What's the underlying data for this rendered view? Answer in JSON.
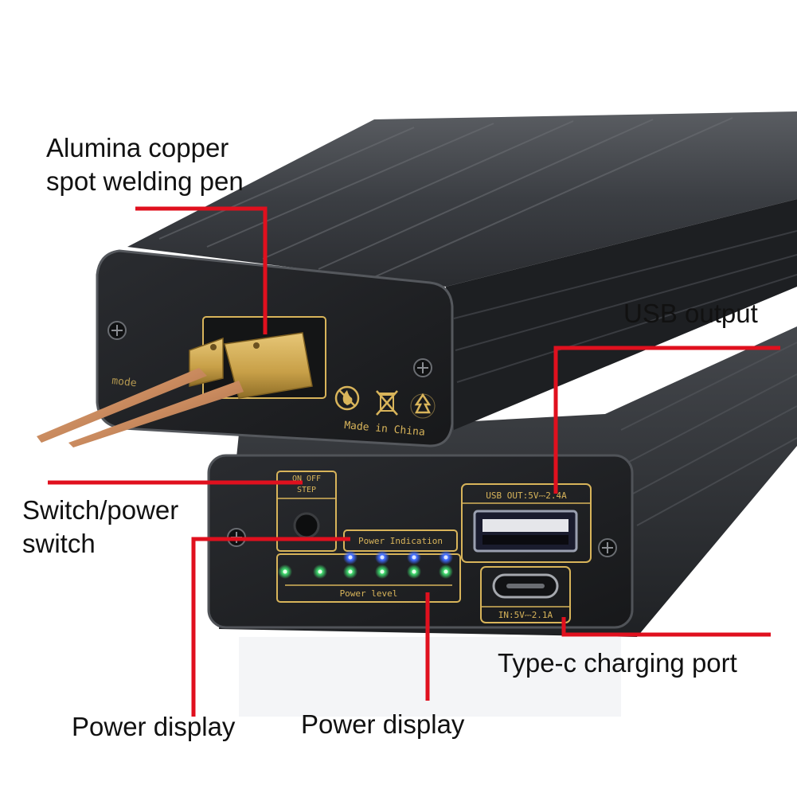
{
  "callouts": {
    "welding_pen": {
      "line1": "Alumina copper",
      "line2": "spot welding pen"
    },
    "usb_output": "USB output",
    "switch": {
      "line1": "Switch/power",
      "line2": "switch"
    },
    "type_c_port": "Type-c charging port",
    "power_display_left": "Power display",
    "power_display_right": "Power display"
  },
  "device_markings": {
    "made_in": "Made in China",
    "model_fragment": "mode",
    "switch_label_line1": "ON OFF",
    "switch_label_line2": "STEP",
    "power_indication": "Power Indication",
    "power_level": "Power level",
    "usb_out_rating": "USB OUT:5V⎓2.4A",
    "usb_in_rating": "IN:5V⎓2.1A"
  },
  "leds": {
    "blue_lit": 4,
    "green_lit": 6
  },
  "colors": {
    "callout_line": "#e0101e",
    "device_body": "#2b2d30",
    "panel_print": "#d8b45a",
    "copper": "#c98a5e",
    "brass": "#c8a048",
    "led_blue": "#3f6bff",
    "led_green": "#3dd36a"
  },
  "icons": [
    "screw-icon",
    "no-fire-icon",
    "weee-bin-icon",
    "recycle-icon",
    "usb-a-port",
    "usb-c-port"
  ]
}
